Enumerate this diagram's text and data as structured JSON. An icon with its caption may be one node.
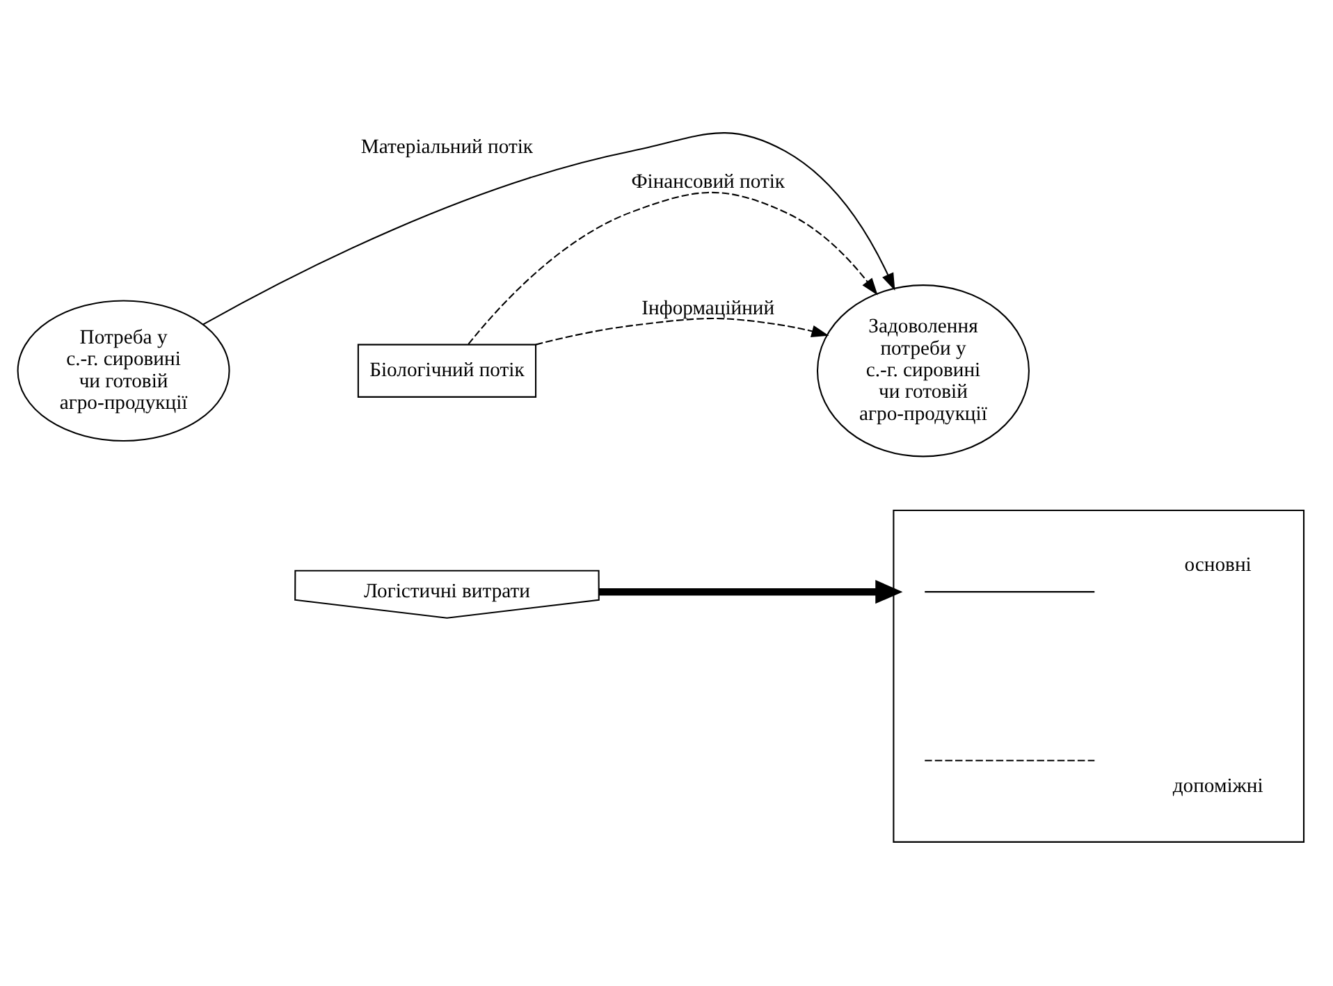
{
  "diagram": {
    "nodes": [
      {
        "text": [
          "Потреба у с.-г. сировині чи готовій агро-продукції"
        ]
      },
      {
        "text": [
          "Біологічний потік"
        ]
      },
      {
        "text": [
          "Задоволення потреби у с.-г. сировині чи готовій агро-продукції"
        ]
      },
      {
        "text": [
          "Логістичні витрати"
        ]
      },
      {
        "text": [],
        "shape": "box"
      }
    ],
    "edges": [
      {
        "from": 0,
        "to": 2,
        "arrow": "to",
        "label": "Матеріальний потік"
      },
      {
        "from": 1,
        "to": 2,
        "arrow": "to",
        "label": "Фінансовий потік",
        "style": "dashed"
      },
      {
        "from": 1,
        "to": 2,
        "arrow": "to",
        "label": "Інформаційний",
        "style": "dashed"
      },
      {
        "from": 3,
        "to": 4,
        "arrow": "to",
        "style": "thick"
      }
    ],
    "legend": [
      {
        "text": "основні"
      },
      {
        "text": "допоміжні"
      }
    ]
  }
}
